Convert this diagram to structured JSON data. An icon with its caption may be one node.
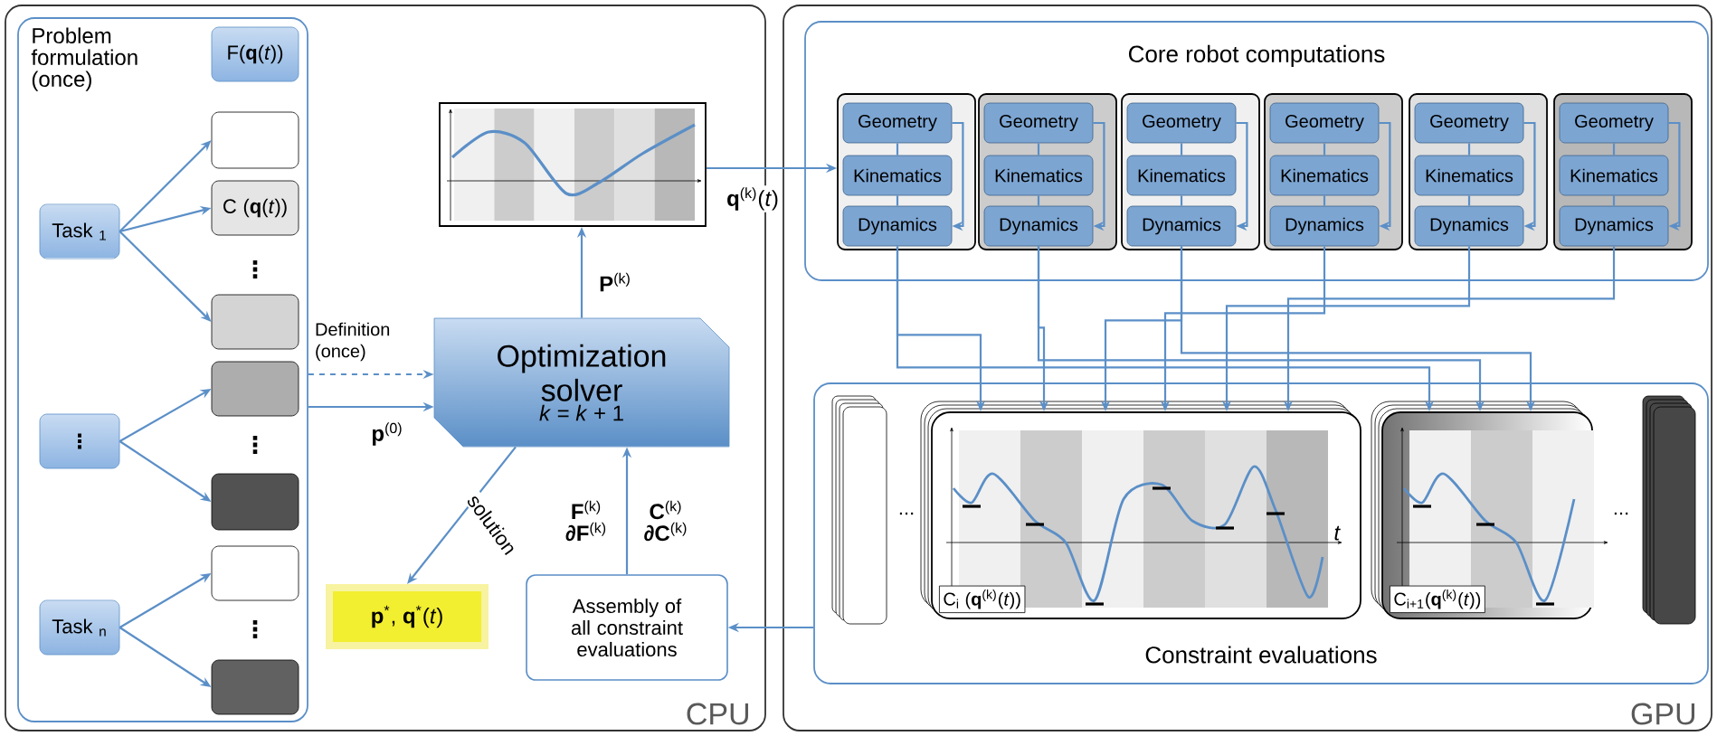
{
  "diagram": {
    "nodes": [
      {
        "text": [
          "CPU"
        ]
      },
      {
        "text": [
          "Problem formulation (once)"
        ],
        "in": 0
      },
      {
        "text": [
          "F(**q**(*t*))"
        ],
        "in": 1
      },
      {
        "text": [],
        "shape": "box",
        "in": 1
      },
      {
        "text": [
          "C (**q**(*t*))"
        ],
        "in": 1
      },
      {
        "text": [],
        "shape": "box",
        "in": 1
      },
      {
        "text": [],
        "shape": "box",
        "in": 1
      },
      {
        "text": [],
        "shape": "box",
        "in": 1
      },
      {
        "text": [],
        "shape": "box",
        "in": 1
      },
      {
        "text": [],
        "shape": "box",
        "in": 1
      },
      {
        "text": [
          "Task $_{1}$"
        ],
        "in": 1
      },
      {
        "text": [
          "⋮"
        ],
        "in": 1
      },
      {
        "text": [
          "Task $_{n}$"
        ],
        "in": 1
      },
      {
        "text": [],
        "shape": "picture",
        "in": 0
      },
      {
        "text": [
          "Optimization solver",
          "*k* = *k* + 1"
        ],
        "in": 0
      },
      {
        "text": [
          "**p**$^{*}$, **q**$^{*}$(*t*)"
        ],
        "in": 0
      },
      {
        "text": [
          "Assembly of all constraint evaluations"
        ],
        "in": 0
      },
      {
        "text": [
          "GPU"
        ]
      },
      {
        "text": [
          "Core robot computations"
        ],
        "in": 17
      },
      {
        "text": [],
        "shape": "box",
        "in": 18
      },
      {
        "text": [
          "Geometry"
        ],
        "in": 19
      },
      {
        "text": [
          "Kinematics"
        ],
        "in": 19
      },
      {
        "text": [
          "Dynamics"
        ],
        "in": 19
      },
      {
        "text": [],
        "shape": "box",
        "in": 18
      },
      {
        "text": [
          "Geometry"
        ],
        "in": 23
      },
      {
        "text": [
          "Kinematics"
        ],
        "in": 23
      },
      {
        "text": [
          "Dynamics"
        ],
        "in": 23
      },
      {
        "text": [],
        "shape": "box",
        "in": 18
      },
      {
        "text": [
          "Geometry"
        ],
        "in": 27
      },
      {
        "text": [
          "Kinematics"
        ],
        "in": 27
      },
      {
        "text": [
          "Dynamics"
        ],
        "in": 27
      },
      {
        "text": [],
        "shape": "box",
        "in": 18
      },
      {
        "text": [
          "Geometry"
        ],
        "in": 31
      },
      {
        "text": [
          "Kinematics"
        ],
        "in": 31
      },
      {
        "text": [
          "Dynamics"
        ],
        "in": 31
      },
      {
        "text": [],
        "shape": "box",
        "in": 18
      },
      {
        "text": [
          "Geometry"
        ],
        "in": 35
      },
      {
        "text": [
          "Kinematics"
        ],
        "in": 35
      },
      {
        "text": [
          "Dynamics"
        ],
        "in": 35
      },
      {
        "text": [],
        "shape": "box",
        "in": 18
      },
      {
        "text": [
          "Geometry"
        ],
        "in": 39
      },
      {
        "text": [
          "Kinematics"
        ],
        "in": 39
      },
      {
        "text": [
          "Dynamics"
        ],
        "in": 39
      },
      {
        "text": [
          "Constraint evaluations"
        ],
        "in": 17
      },
      {
        "text": [],
        "shape": "box",
        "in": 43
      },
      {
        "text": [
          "C$_{i}$ (**q**$^{(k)}$(*t*))",
          "t"
        ],
        "in": 43
      },
      {
        "text": [
          "C$_{i+1}$(**q**$^{(k)}$(*t*))"
        ],
        "in": 43
      },
      {
        "text": [],
        "shape": "box",
        "in": 43
      }
    ],
    "edges": [
      {
        "from": 10,
        "to": 3,
        "arrow": "to"
      },
      {
        "from": 10,
        "to": 4,
        "arrow": "to"
      },
      {
        "from": 10,
        "to": 5,
        "arrow": "to"
      },
      {
        "from": 11,
        "to": 6,
        "arrow": "to"
      },
      {
        "from": 11,
        "to": 7,
        "arrow": "to"
      },
      {
        "from": 12,
        "to": 8,
        "arrow": "to"
      },
      {
        "from": 12,
        "to": 9,
        "arrow": "to"
      },
      {
        "from": 1,
        "to": 14,
        "arrow": "to",
        "style": "dashed",
        "label": "Definition (once)"
      },
      {
        "from": 1,
        "to": 14,
        "arrow": "to",
        "label": "**p**$^{(0)}$"
      },
      {
        "from": 14,
        "to": 13,
        "arrow": "to",
        "label": "**P**$^{(k)}$"
      },
      {
        "from": 14,
        "to": 15,
        "arrow": "to",
        "label": "solution"
      },
      {
        "from": 16,
        "to": 14,
        "arrow": "to",
        "label": "**F**$^{(k)}$ **∂F**$^{(k)}$"
      },
      {
        "from": 13,
        "to": 19,
        "arrow": "to",
        "label": "**q**$^{(k)}$(*t*)"
      },
      {
        "from": 43,
        "to": 16,
        "arrow": "to"
      },
      {
        "from": 20,
        "to": 21,
        "arrow": "none"
      },
      {
        "from": 21,
        "to": 22,
        "arrow": "none"
      },
      {
        "from": 20,
        "to": 22,
        "arrow": "to"
      },
      {
        "from": 24,
        "to": 25,
        "arrow": "none"
      },
      {
        "from": 25,
        "to": 26,
        "arrow": "none"
      },
      {
        "from": 24,
        "to": 26,
        "arrow": "to"
      },
      {
        "from": 28,
        "to": 29,
        "arrow": "none"
      },
      {
        "from": 29,
        "to": 30,
        "arrow": "none"
      },
      {
        "from": 28,
        "to": 30,
        "arrow": "to"
      },
      {
        "from": 32,
        "to": 33,
        "arrow": "none"
      },
      {
        "from": 33,
        "to": 34,
        "arrow": "none"
      },
      {
        "from": 32,
        "to": 34,
        "arrow": "to"
      },
      {
        "from": 36,
        "to": 37,
        "arrow": "none"
      },
      {
        "from": 37,
        "to": 38,
        "arrow": "none"
      },
      {
        "from": 36,
        "to": 38,
        "arrow": "to"
      },
      {
        "from": 40,
        "to": 41,
        "arrow": "none"
      },
      {
        "from": 41,
        "to": 42,
        "arrow": "none"
      },
      {
        "from": 40,
        "to": 42,
        "arrow": "to"
      },
      {
        "from": 22,
        "to": 45,
        "arrow": "to"
      },
      {
        "from": 26,
        "to": 45,
        "arrow": "to"
      },
      {
        "from": 30,
        "to": 45,
        "arrow": "to"
      },
      {
        "from": 34,
        "to": 45,
        "arrow": "to"
      },
      {
        "from": 38,
        "to": 45,
        "arrow": "to"
      },
      {
        "from": 42,
        "to": 45,
        "arrow": "to"
      },
      {
        "from": 22,
        "to": 46,
        "arrow": "to"
      },
      {
        "from": 26,
        "to": 46,
        "arrow": "to"
      },
      {
        "from": 30,
        "to": 46,
        "arrow": "to"
      }
    ],
    "labels": [
      "**C**$^{(k)}$ **∂C**$^{(k)}$",
      "⋮",
      "⋮",
      "⋮",
      "...",
      "..."
    ]
  }
}
